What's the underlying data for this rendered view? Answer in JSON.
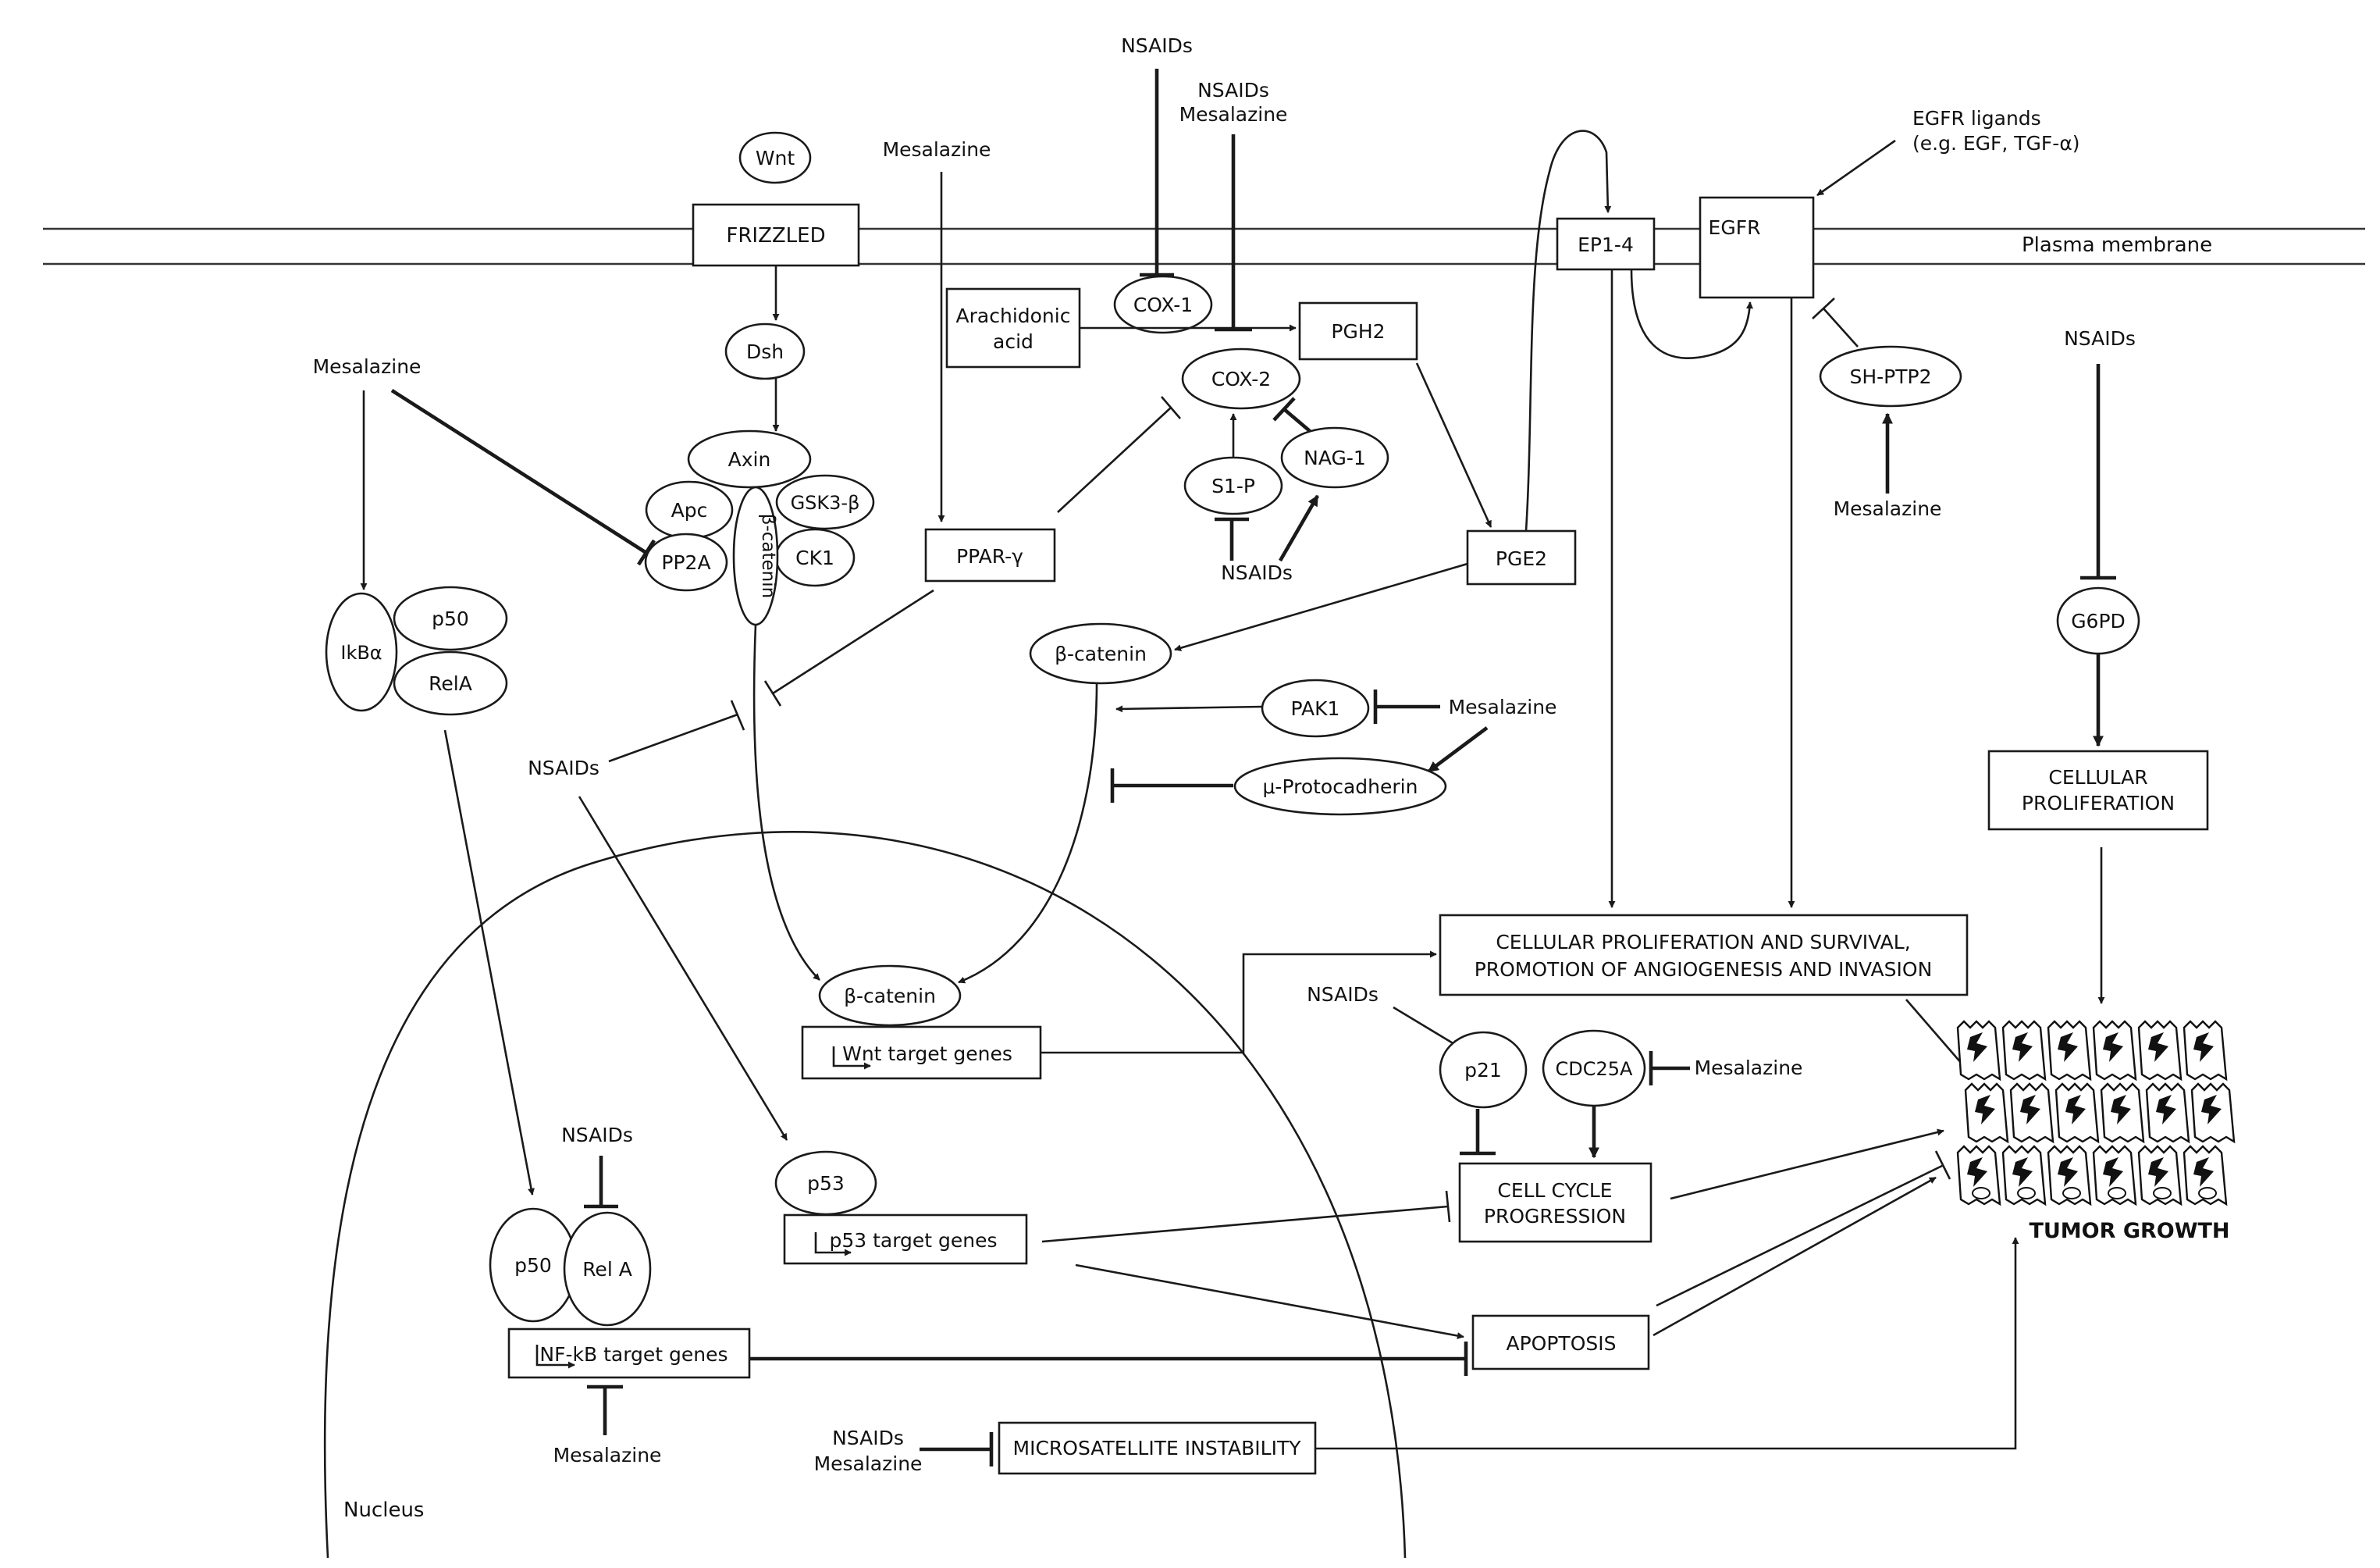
{
  "labels": {
    "plasma_membrane": "Plasma membrane",
    "nucleus": "Nucleus",
    "tumor_growth": "TUMOR GROWTH"
  },
  "drugs": {
    "nsaids": "NSAIDs",
    "mesalazine": "Mesalazine",
    "egfr_ligands_line1": "EGFR ligands",
    "egfr_ligands_line2": "(e.g. EGF, TGF-α)"
  },
  "nodes": {
    "wnt": "Wnt",
    "frizzled": "FRIZZLED",
    "dsh": "Dsh",
    "axin": "Axin",
    "apc": "Apc",
    "gsk3b": "GSK3-β",
    "pp2a": "PP2A",
    "beta_catenin_vertical": "β-catenin",
    "ck1": "CK1",
    "ikba": "IkBα",
    "p50": "p50",
    "rela": "RelA",
    "cox1": "COX-1",
    "arachidonic_line1": "Arachidonic",
    "arachidonic_line2": "acid",
    "pgh2": "PGH2",
    "cox2": "COX-2",
    "s1p": "S1-P",
    "nag1": "NAG-1",
    "ppar_gamma": "PPAR-γ",
    "pge2": "PGE2",
    "beta_catenin": "β-catenin",
    "pak1": "PAK1",
    "mu_protocadherin": "μ-Protocadherin",
    "ep14": "EP1-4",
    "egfr": "EGFR",
    "shptp2": "SH-PTP2",
    "g6pd": "G6PD",
    "cellular_prolif_line1": "CELLULAR",
    "cellular_prolif_line2": "PROLIFERATION",
    "prolif_survival_line1": "CELLULAR PROLIFERATION AND SURVIVAL,",
    "prolif_survival_line2": "PROMOTION OF ANGIOGENESIS AND INVASION",
    "p21": "p21",
    "cdc25a": "CDC25A",
    "cell_cycle_line1": "CELL CYCLE",
    "cell_cycle_line2": "PROGRESSION",
    "apoptosis": "APOPTOSIS",
    "microsatellite": "MICROSATELLITE INSTABILITY",
    "beta_catenin_nuclear": "β-catenin",
    "wnt_target": "Wnt target genes",
    "p53": "p53",
    "p53_target": "p53 target genes",
    "p50_nuclear": "p50",
    "rela_nuclear": "Rel A",
    "nfkb_target": "NF-kB target genes"
  }
}
